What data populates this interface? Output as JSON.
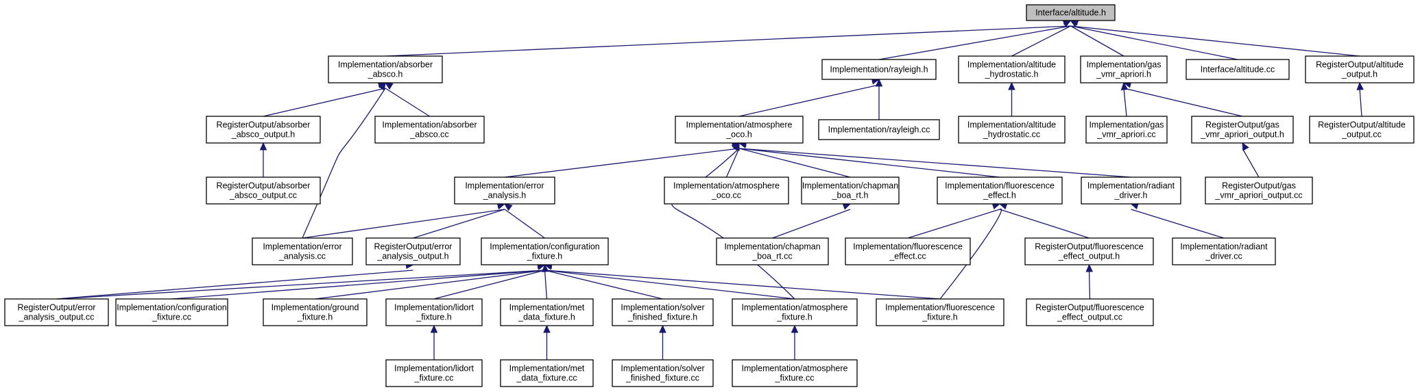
{
  "diagram": {
    "title": "",
    "colors": {
      "edge": "#191970",
      "root_fill": "#bfbfbf",
      "node_fill": "#ffffff",
      "node_border": "#000000"
    },
    "nodes": [
      {
        "id": "altitude_h",
        "lines": [
          "Interface/altitude.h"
        ],
        "root": true
      },
      {
        "id": "absco_h",
        "lines": [
          "Implementation/absorber",
          "_absco.h"
        ]
      },
      {
        "id": "rayleigh_h",
        "lines": [
          "Implementation/rayleigh.h"
        ]
      },
      {
        "id": "alt_hydro_h",
        "lines": [
          "Implementation/altitude",
          "_hydrostatic.h"
        ]
      },
      {
        "id": "gas_vmr_h",
        "lines": [
          "Implementation/gas",
          "_vmr_apriori.h"
        ]
      },
      {
        "id": "altitude_cc",
        "lines": [
          "Interface/altitude.cc"
        ]
      },
      {
        "id": "ro_alt_out_h",
        "lines": [
          "RegisterOutput/altitude",
          "_output.h"
        ]
      },
      {
        "id": "ro_absco_out_h",
        "lines": [
          "RegisterOutput/absorber",
          "_absco_output.h"
        ]
      },
      {
        "id": "absco_cc",
        "lines": [
          "Implementation/absorber",
          "_absco.cc"
        ]
      },
      {
        "id": "atm_oco_h",
        "lines": [
          "Implementation/atmosphere",
          "_oco.h"
        ]
      },
      {
        "id": "rayleigh_cc",
        "lines": [
          "Implementation/rayleigh.cc"
        ]
      },
      {
        "id": "alt_hydro_cc",
        "lines": [
          "Implementation/altitude",
          "_hydrostatic.cc"
        ]
      },
      {
        "id": "gas_vmr_cc",
        "lines": [
          "Implementation/gas",
          "_vmr_apriori.cc"
        ]
      },
      {
        "id": "ro_gas_vmr_out_h",
        "lines": [
          "RegisterOutput/gas",
          "_vmr_apriori_output.h"
        ]
      },
      {
        "id": "ro_alt_out_cc",
        "lines": [
          "RegisterOutput/altitude",
          "_output.cc"
        ]
      },
      {
        "id": "ro_absco_out_cc",
        "lines": [
          "RegisterOutput/absorber",
          "_absco_output.cc"
        ]
      },
      {
        "id": "err_h",
        "lines": [
          "Implementation/error",
          "_analysis.h"
        ]
      },
      {
        "id": "atm_oco_cc",
        "lines": [
          "Implementation/atmosphere",
          "_oco.cc"
        ]
      },
      {
        "id": "chapman_h",
        "lines": [
          "Implementation/chapman",
          "_boa_rt.h"
        ]
      },
      {
        "id": "fluor_h",
        "lines": [
          "Implementation/fluorescence",
          "_effect.h"
        ]
      },
      {
        "id": "radiant_h",
        "lines": [
          "Implementation/radiant",
          "_driver.h"
        ]
      },
      {
        "id": "ro_gas_vmr_out_cc",
        "lines": [
          "RegisterOutput/gas",
          "_vmr_apriori_output.cc"
        ]
      },
      {
        "id": "err_cc",
        "lines": [
          "Implementation/error",
          "_analysis.cc"
        ]
      },
      {
        "id": "ro_err_out_h",
        "lines": [
          "RegisterOutput/error",
          "_analysis_output.h"
        ]
      },
      {
        "id": "config_h",
        "lines": [
          "Implementation/configuration",
          "_fixture.h"
        ]
      },
      {
        "id": "chapman_cc",
        "lines": [
          "Implementation/chapman",
          "_boa_rt.cc"
        ]
      },
      {
        "id": "fluor_cc",
        "lines": [
          "Implementation/fluorescence",
          "_effect.cc"
        ]
      },
      {
        "id": "ro_fluor_out_h",
        "lines": [
          "RegisterOutput/fluorescence",
          "_effect_output.h"
        ]
      },
      {
        "id": "radiant_cc",
        "lines": [
          "Implementation/radiant",
          "_driver.cc"
        ]
      },
      {
        "id": "ro_err_out_cc",
        "lines": [
          "RegisterOutput/error",
          "_analysis_output.cc"
        ]
      },
      {
        "id": "config_cc",
        "lines": [
          "Implementation/configuration",
          "_fixture.cc"
        ]
      },
      {
        "id": "ground_h",
        "lines": [
          "Implementation/ground",
          "_fixture.h"
        ]
      },
      {
        "id": "lidort_h",
        "lines": [
          "Implementation/lidort",
          "_fixture.h"
        ]
      },
      {
        "id": "met_h",
        "lines": [
          "Implementation/met",
          "_data_fixture.h"
        ]
      },
      {
        "id": "solver_h",
        "lines": [
          "Implementation/solver",
          "_finished_fixture.h"
        ]
      },
      {
        "id": "atm_fix_h",
        "lines": [
          "Implementation/atmosphere",
          "_fixture.h"
        ]
      },
      {
        "id": "fluor_fix_h",
        "lines": [
          "Implementation/fluorescence",
          "_fixture.h"
        ]
      },
      {
        "id": "ro_fluor_out_cc",
        "lines": [
          "RegisterOutput/fluorescence",
          "_effect_output.cc"
        ]
      },
      {
        "id": "lidort_cc",
        "lines": [
          "Implementation/lidort",
          "_fixture.cc"
        ]
      },
      {
        "id": "met_cc",
        "lines": [
          "Implementation/met",
          "_data_fixture.cc"
        ]
      },
      {
        "id": "solver_cc",
        "lines": [
          "Implementation/solver",
          "_finished_fixture.cc"
        ]
      },
      {
        "id": "atm_fix_cc",
        "lines": [
          "Implementation/atmosphere",
          "_fixture.cc"
        ]
      }
    ],
    "edges": [
      {
        "from": "absco_h",
        "to": "altitude_h"
      },
      {
        "from": "rayleigh_h",
        "to": "altitude_h"
      },
      {
        "from": "alt_hydro_h",
        "to": "altitude_h"
      },
      {
        "from": "gas_vmr_h",
        "to": "altitude_h"
      },
      {
        "from": "altitude_cc",
        "to": "altitude_h"
      },
      {
        "from": "ro_alt_out_h",
        "to": "altitude_h"
      },
      {
        "from": "ro_absco_out_h",
        "to": "absco_h"
      },
      {
        "from": "absco_cc",
        "to": "absco_h"
      },
      {
        "from": "err_cc",
        "to": "absco_h"
      },
      {
        "from": "atm_oco_h",
        "to": "rayleigh_h"
      },
      {
        "from": "rayleigh_cc",
        "to": "rayleigh_h"
      },
      {
        "from": "alt_hydro_cc",
        "to": "alt_hydro_h"
      },
      {
        "from": "gas_vmr_cc",
        "to": "gas_vmr_h"
      },
      {
        "from": "ro_gas_vmr_out_h",
        "to": "gas_vmr_h"
      },
      {
        "from": "ro_alt_out_cc",
        "to": "ro_alt_out_h"
      },
      {
        "from": "ro_absco_out_cc",
        "to": "ro_absco_out_h"
      },
      {
        "from": "err_h",
        "to": "atm_oco_h"
      },
      {
        "from": "atm_oco_cc",
        "to": "atm_oco_h"
      },
      {
        "from": "chapman_h",
        "to": "atm_oco_h"
      },
      {
        "from": "fluor_h",
        "to": "atm_oco_h"
      },
      {
        "from": "radiant_h",
        "to": "atm_oco_h"
      },
      {
        "from": "atm_fix_h",
        "to": "atm_oco_h"
      },
      {
        "from": "ro_gas_vmr_out_cc",
        "to": "ro_gas_vmr_out_h"
      },
      {
        "from": "err_cc",
        "to": "err_h"
      },
      {
        "from": "ro_err_out_h",
        "to": "err_h"
      },
      {
        "from": "config_h",
        "to": "err_h"
      },
      {
        "from": "chapman_cc",
        "to": "chapman_h"
      },
      {
        "from": "fluor_cc",
        "to": "fluor_h"
      },
      {
        "from": "ro_fluor_out_h",
        "to": "fluor_h"
      },
      {
        "from": "fluor_fix_h",
        "to": "fluor_h"
      },
      {
        "from": "radiant_cc",
        "to": "radiant_h"
      },
      {
        "from": "ro_err_out_cc",
        "to": "ro_err_out_h"
      },
      {
        "from": "ro_err_out_cc",
        "to": "config_h"
      },
      {
        "from": "config_cc",
        "to": "config_h"
      },
      {
        "from": "ground_h",
        "to": "config_h"
      },
      {
        "from": "lidort_h",
        "to": "config_h"
      },
      {
        "from": "met_h",
        "to": "config_h"
      },
      {
        "from": "solver_h",
        "to": "config_h"
      },
      {
        "from": "atm_fix_h",
        "to": "config_h"
      },
      {
        "from": "fluor_fix_h",
        "to": "config_h"
      },
      {
        "from": "ro_fluor_out_cc",
        "to": "ro_fluor_out_h"
      },
      {
        "from": "lidort_cc",
        "to": "lidort_h"
      },
      {
        "from": "met_cc",
        "to": "met_h"
      },
      {
        "from": "solver_cc",
        "to": "solver_h"
      },
      {
        "from": "atm_fix_cc",
        "to": "atm_fix_h"
      }
    ]
  }
}
